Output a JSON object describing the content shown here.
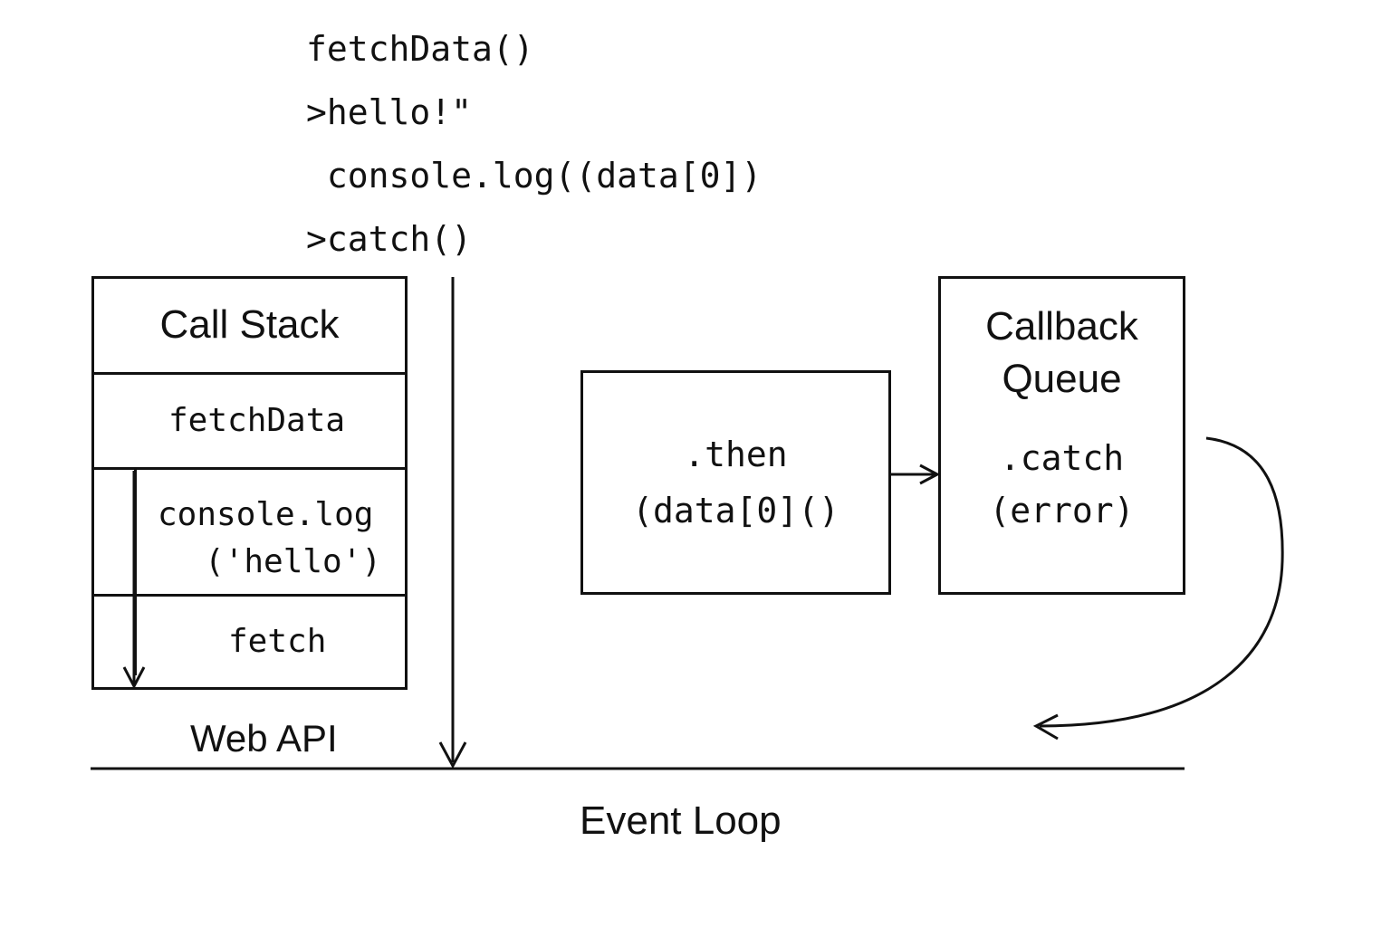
{
  "code": {
    "line1": "fetchData()",
    "line2": ">hello!\"",
    "line3": " console.log((data[0])",
    "line4": ">catch()"
  },
  "call_stack": {
    "title": "Call Stack",
    "frames": [
      "fetchData",
      "console.log",
      "('hello')",
      "fetch"
    ]
  },
  "then_box": {
    "line1": ".then",
    "line2": "(data[0]()"
  },
  "callback_queue": {
    "title_line1": "Callback",
    "title_line2": "Queue",
    "item_line1": ".catch",
    "item_line2": "(error)"
  },
  "labels": {
    "web_api": "Web API",
    "event_loop": "Event Loop"
  },
  "colors": {
    "stroke": "#111111",
    "background": "#ffffff"
  }
}
